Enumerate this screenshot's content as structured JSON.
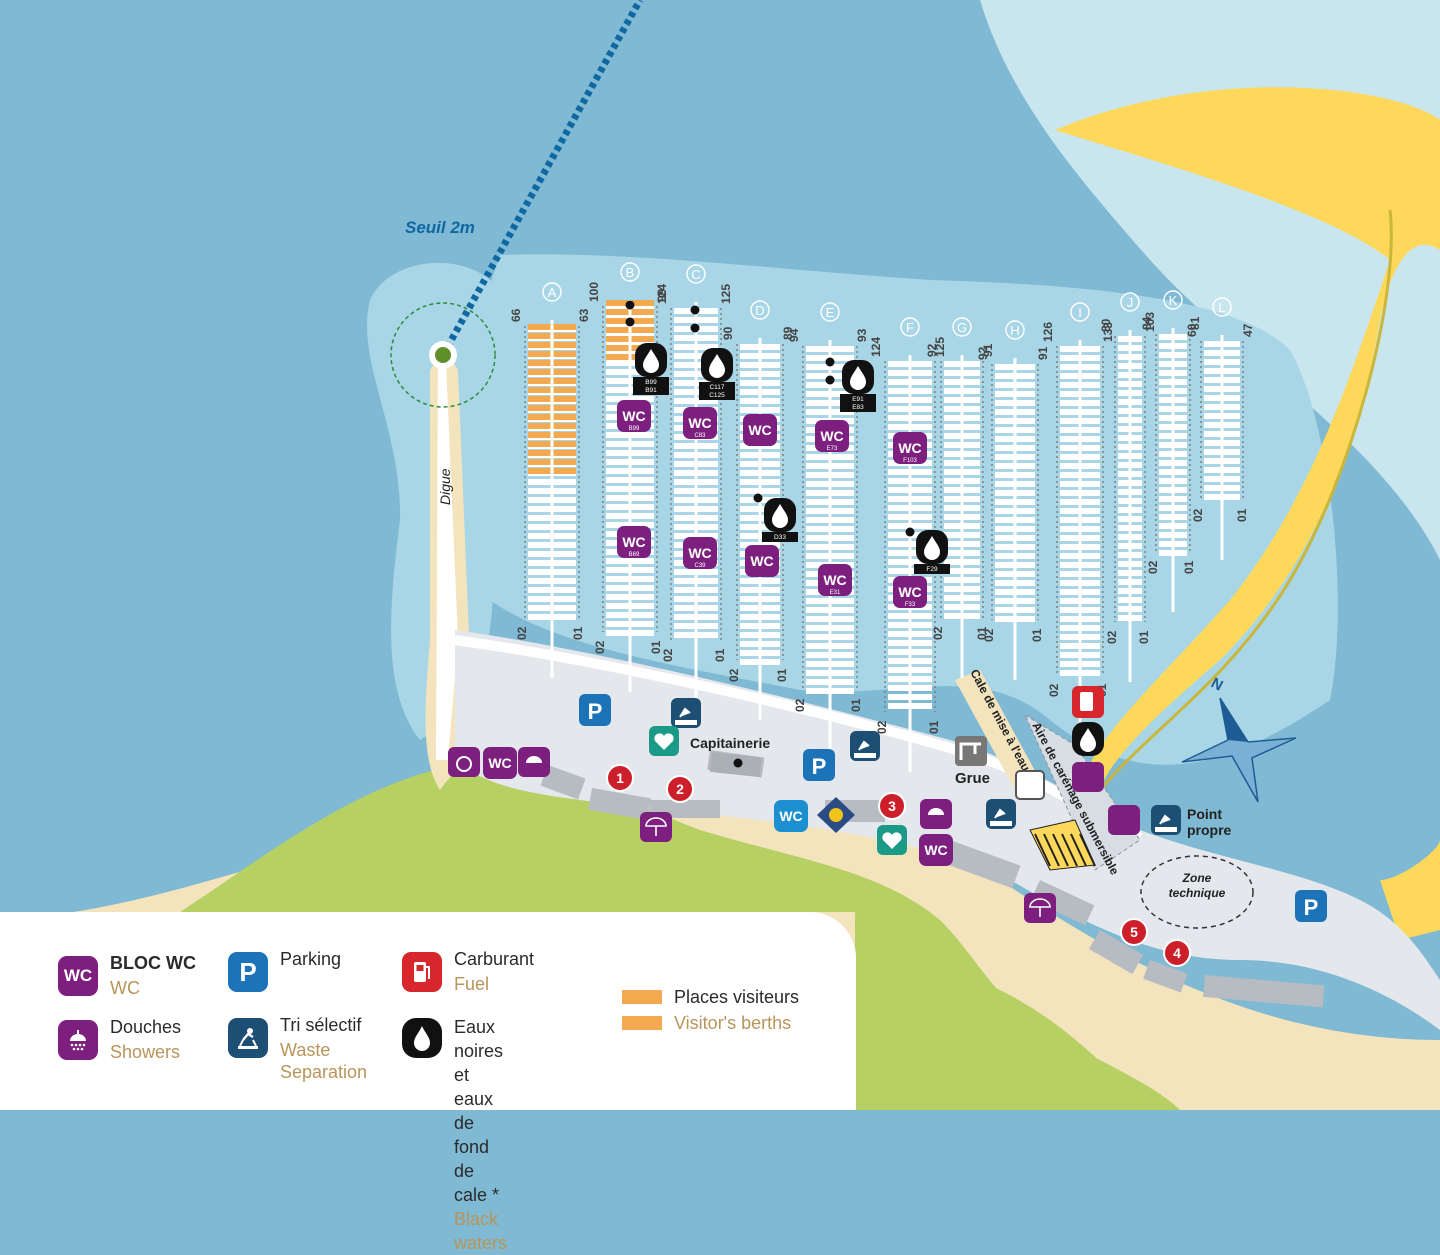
{
  "map": {
    "channel_label": "Seuil 2m",
    "jetty_label": "Digue",
    "harbour_office_label": "Capitainerie",
    "crane_label": "Grue",
    "clean_point_label": "Point\npropre",
    "technical_zone_label": "Zone\ntechnique",
    "slipway_label": "Cale de mise à l'eau",
    "careening_label": "Aire de carénage submersible",
    "north_label": "N",
    "wc_label": "WC",
    "parking_label": "P",
    "pontoons": [
      {
        "letter": "A",
        "left": "66",
        "right": "63",
        "bl": "02",
        "br": "01"
      },
      {
        "letter": "B",
        "left": "100",
        "right": "99",
        "bl": "02",
        "br": "01"
      },
      {
        "letter": "C",
        "left": "124",
        "right": "125",
        "bl": "02",
        "br": "01"
      },
      {
        "letter": "D",
        "left": "90",
        "right": "89",
        "bl": "02",
        "br": "01"
      },
      {
        "letter": "E",
        "left": "94",
        "right": "93",
        "bl": "02",
        "br": "01"
      },
      {
        "letter": "F",
        "left": "124",
        "right": "125",
        "bl": "02",
        "br": "01"
      },
      {
        "letter": "G",
        "left": "92",
        "right": "91",
        "bl": "02",
        "br": "01"
      },
      {
        "letter": "H",
        "left": "92",
        "right": "91",
        "bl": "02",
        "br": "01"
      },
      {
        "letter": "I",
        "left": "126",
        "right": "133",
        "bl": "02",
        "br": "01"
      },
      {
        "letter": "J",
        "left": "80",
        "right": "103",
        "bl": "02",
        "br": "01"
      },
      {
        "letter": "K",
        "left": "84",
        "right": "81",
        "bl": "02",
        "br": "01"
      },
      {
        "letter": "L",
        "left": "60",
        "right": "47",
        "bl": "02",
        "br": "01"
      }
    ],
    "wc_tags": [
      "B99",
      "C83",
      "E73",
      "F103",
      "B69",
      "C39",
      "E31",
      "F33"
    ],
    "water_tags": [
      "B99\nB91",
      "C117\nC125",
      "E91\nE83",
      "D33",
      "F29"
    ],
    "numbered_points": [
      "1",
      "2",
      "3",
      "4",
      "5"
    ]
  },
  "legend": {
    "wc": {
      "main": "BLOC WC",
      "sub": "WC",
      "icon": "wc-icon"
    },
    "showers": {
      "main": "Douches",
      "sub": "Showers",
      "icon": "shower-icon"
    },
    "parking": {
      "main": "Parking",
      "icon": "parking-icon",
      "glyph": "P"
    },
    "waste": {
      "main": "Tri sélectif",
      "sub": "Waste\nSeparation",
      "icon": "waste-sorting-icon"
    },
    "fuel": {
      "main": "Carburant",
      "sub": "Fuel",
      "icon": "fuel-pump-icon"
    },
    "black_waters": {
      "main": "Eaux noires et\neaux de fond de\ncale *",
      "sub": "Black waters",
      "icon": "water-drop-icon"
    },
    "visitors": {
      "main": "Places visiteurs",
      "sub": "Visitor's berths"
    }
  },
  "colors": {
    "sea_deep": "#7fb9d3",
    "sea_light": "#a9d6e6",
    "sea_pale": "#c9e6ef",
    "sand": "#f3e4bd",
    "beach_yellow": "#fdd85a",
    "grass": "#b7d063",
    "road": "#e4e8ec",
    "wc_purple": "#7d1f7f",
    "pontoon": "#ffffff",
    "visitor_orange": "#f3a94f",
    "parking_blue": "#1d73b8",
    "waste_navy": "#1d4f74",
    "fuel_red": "#d7262c",
    "aed_teal": "#1a9a87",
    "marker_red": "#cc1f2a"
  }
}
